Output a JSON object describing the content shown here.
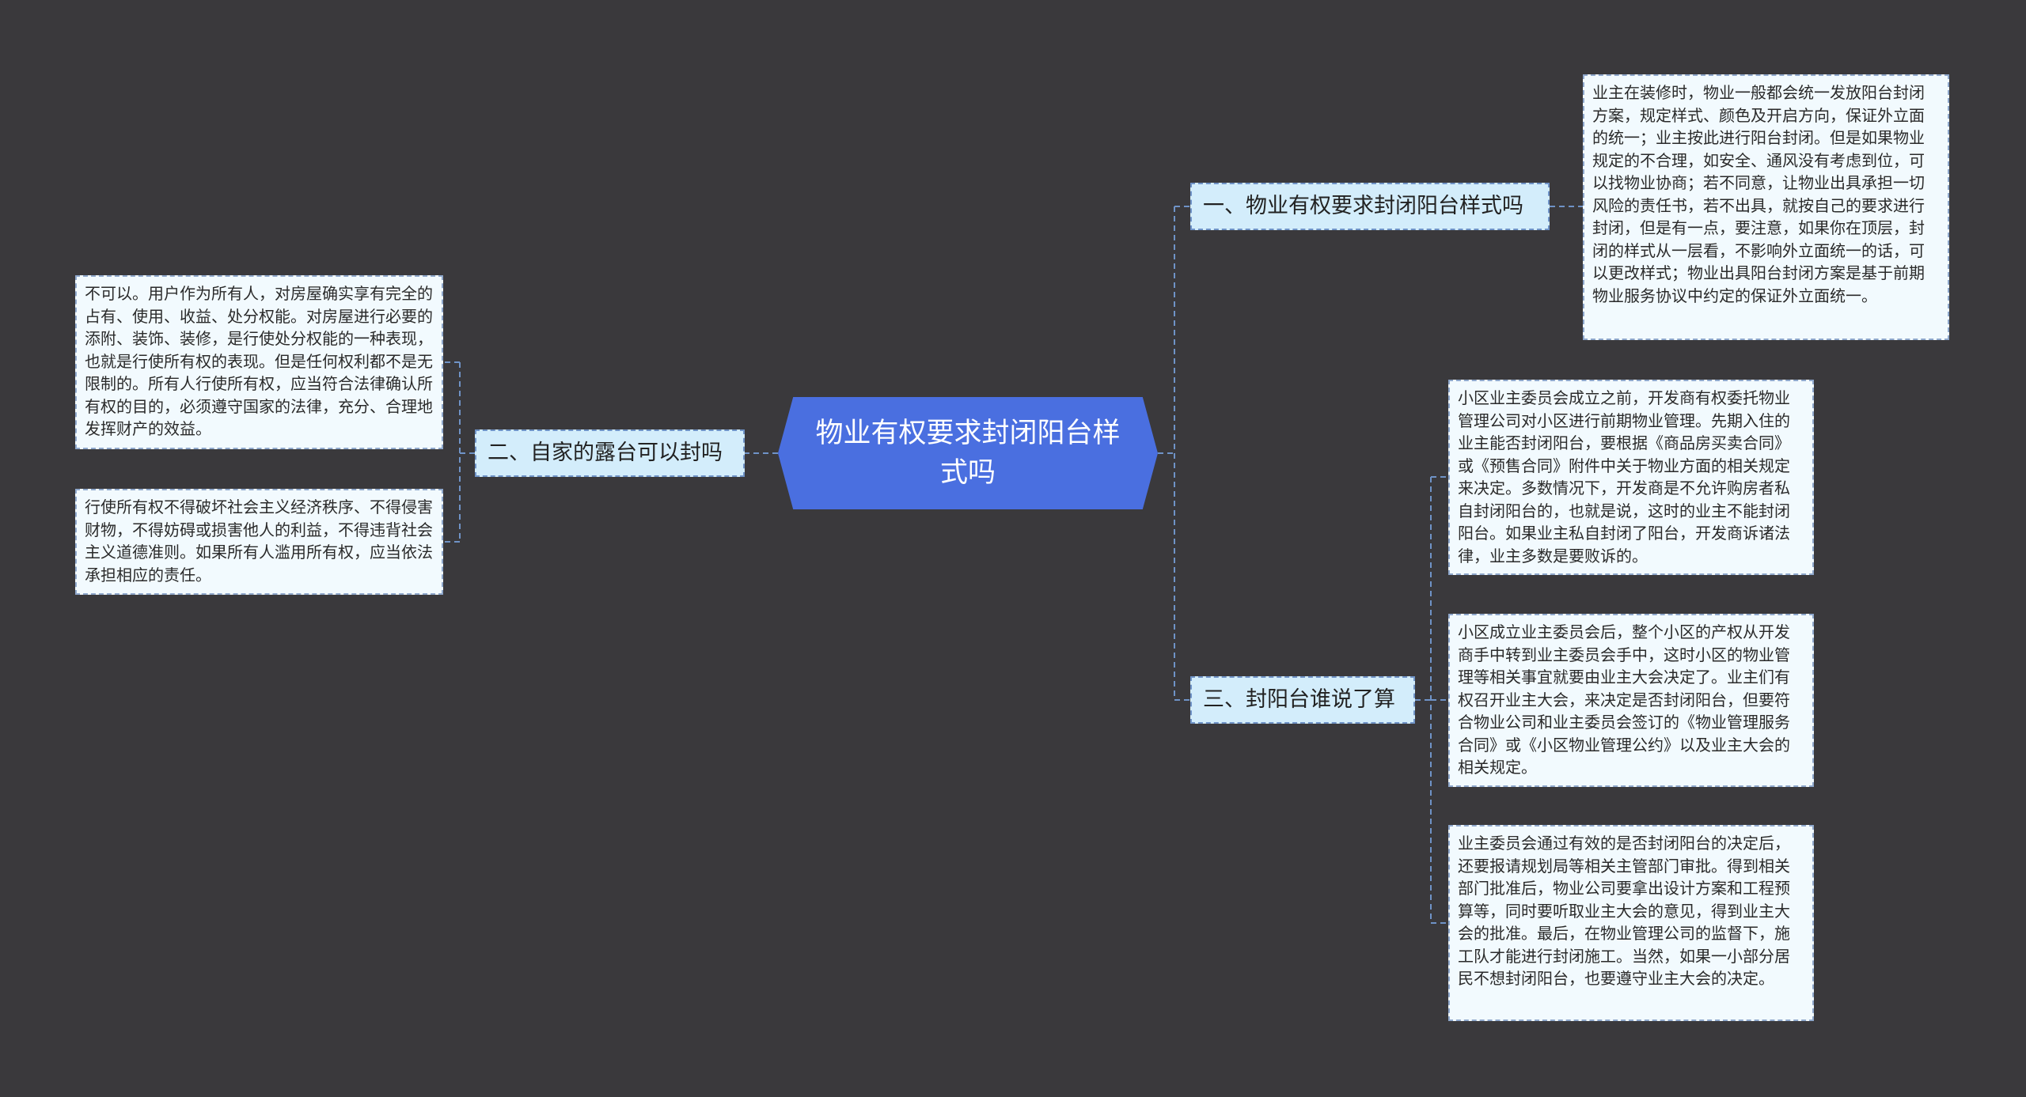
{
  "root": {
    "title": "物业有权要求封闭阳台样式吗"
  },
  "topics": [
    {
      "label": "一、物业有权要求封闭阳台样式吗",
      "leaves": [
        "业主在装修时，物业一般都会统一发放阳台封闭方案，规定样式、颜色及开启方向，保证外立面的统一；业主按此进行阳台封闭。但是如果物业规定的不合理，如安全、通风没有考虑到位，可以找物业协商；若不同意，让物业出具承担一切风险的责任书，若不出具，就按自己的要求进行封闭，但是有一点，要注意，如果你在顶层，封闭的样式从一层看，不影响外立面统一的话，可以更改样式；物业出具阳台封闭方案是基于前期物业服务协议中约定的保证外立面统一。"
      ]
    },
    {
      "label": "二、自家的露台可以封吗",
      "leaves": [
        "不可以。用户作为所有人，对房屋确实享有完全的占有、使用、收益、处分权能。对房屋进行必要的添附、装饰、装修，是行使处分权能的一种表现，也就是行使所有权的表现。但是任何权利都不是无限制的。所有人行使所有权，应当符合法律确认所有权的目的，必须遵守国家的法律，充分、合理地发挥财产的效益。",
        "行使所有权不得破坏社会主义经济秩序、不得侵害财物，不得妨碍或损害他人的利益，不得违背社会主义道德准则。如果所有人滥用所有权，应当依法承担相应的责任。"
      ]
    },
    {
      "label": "三、封阳台谁说了算",
      "leaves": [
        "小区业主委员会成立之前，开发商有权委托物业管理公司对小区进行前期物业管理。先期入住的业主能否封闭阳台，要根据《商品房买卖合同》或《预售合同》附件中关于物业方面的相关规定来决定。多数情况下，开发商是不允许购房者私自封闭阳台的，也就是说，这时的业主不能封闭阳台。如果业主私自封闭了阳台，开发商诉诸法律，业主多数是要败诉的。",
        "小区成立业主委员会后，整个小区的产权从开发商手中转到业主委员会手中，这时小区的物业管理等相关事宜就要由业主大会决定了。业主们有权召开业主大会，来决定是否封闭阳台，但要符合物业公司和业主委员会签订的《物业管理服务合同》或《小区物业管理公约》以及业主大会的相关规定。",
        "业主委员会通过有效的是否封闭阳台的决定后，还要报请规划局等相关主管部门审批。得到相关部门批准后，物业公司要拿出设计方案和工程预算等，同时要听取业主大会的意见，得到业主大会的批准。最后，在物业管理公司的监督下，施工队才能进行封闭施工。当然，如果一小部分居民不想封闭阳台，也要遵守业主大会的决定。"
      ]
    }
  ],
  "colors": {
    "background": "#3a393c",
    "root_fill": "#4a6fe0",
    "topic_fill": "#d3edfb",
    "leaf_fill": "#f2fafe",
    "connector": "#6f93c7"
  }
}
